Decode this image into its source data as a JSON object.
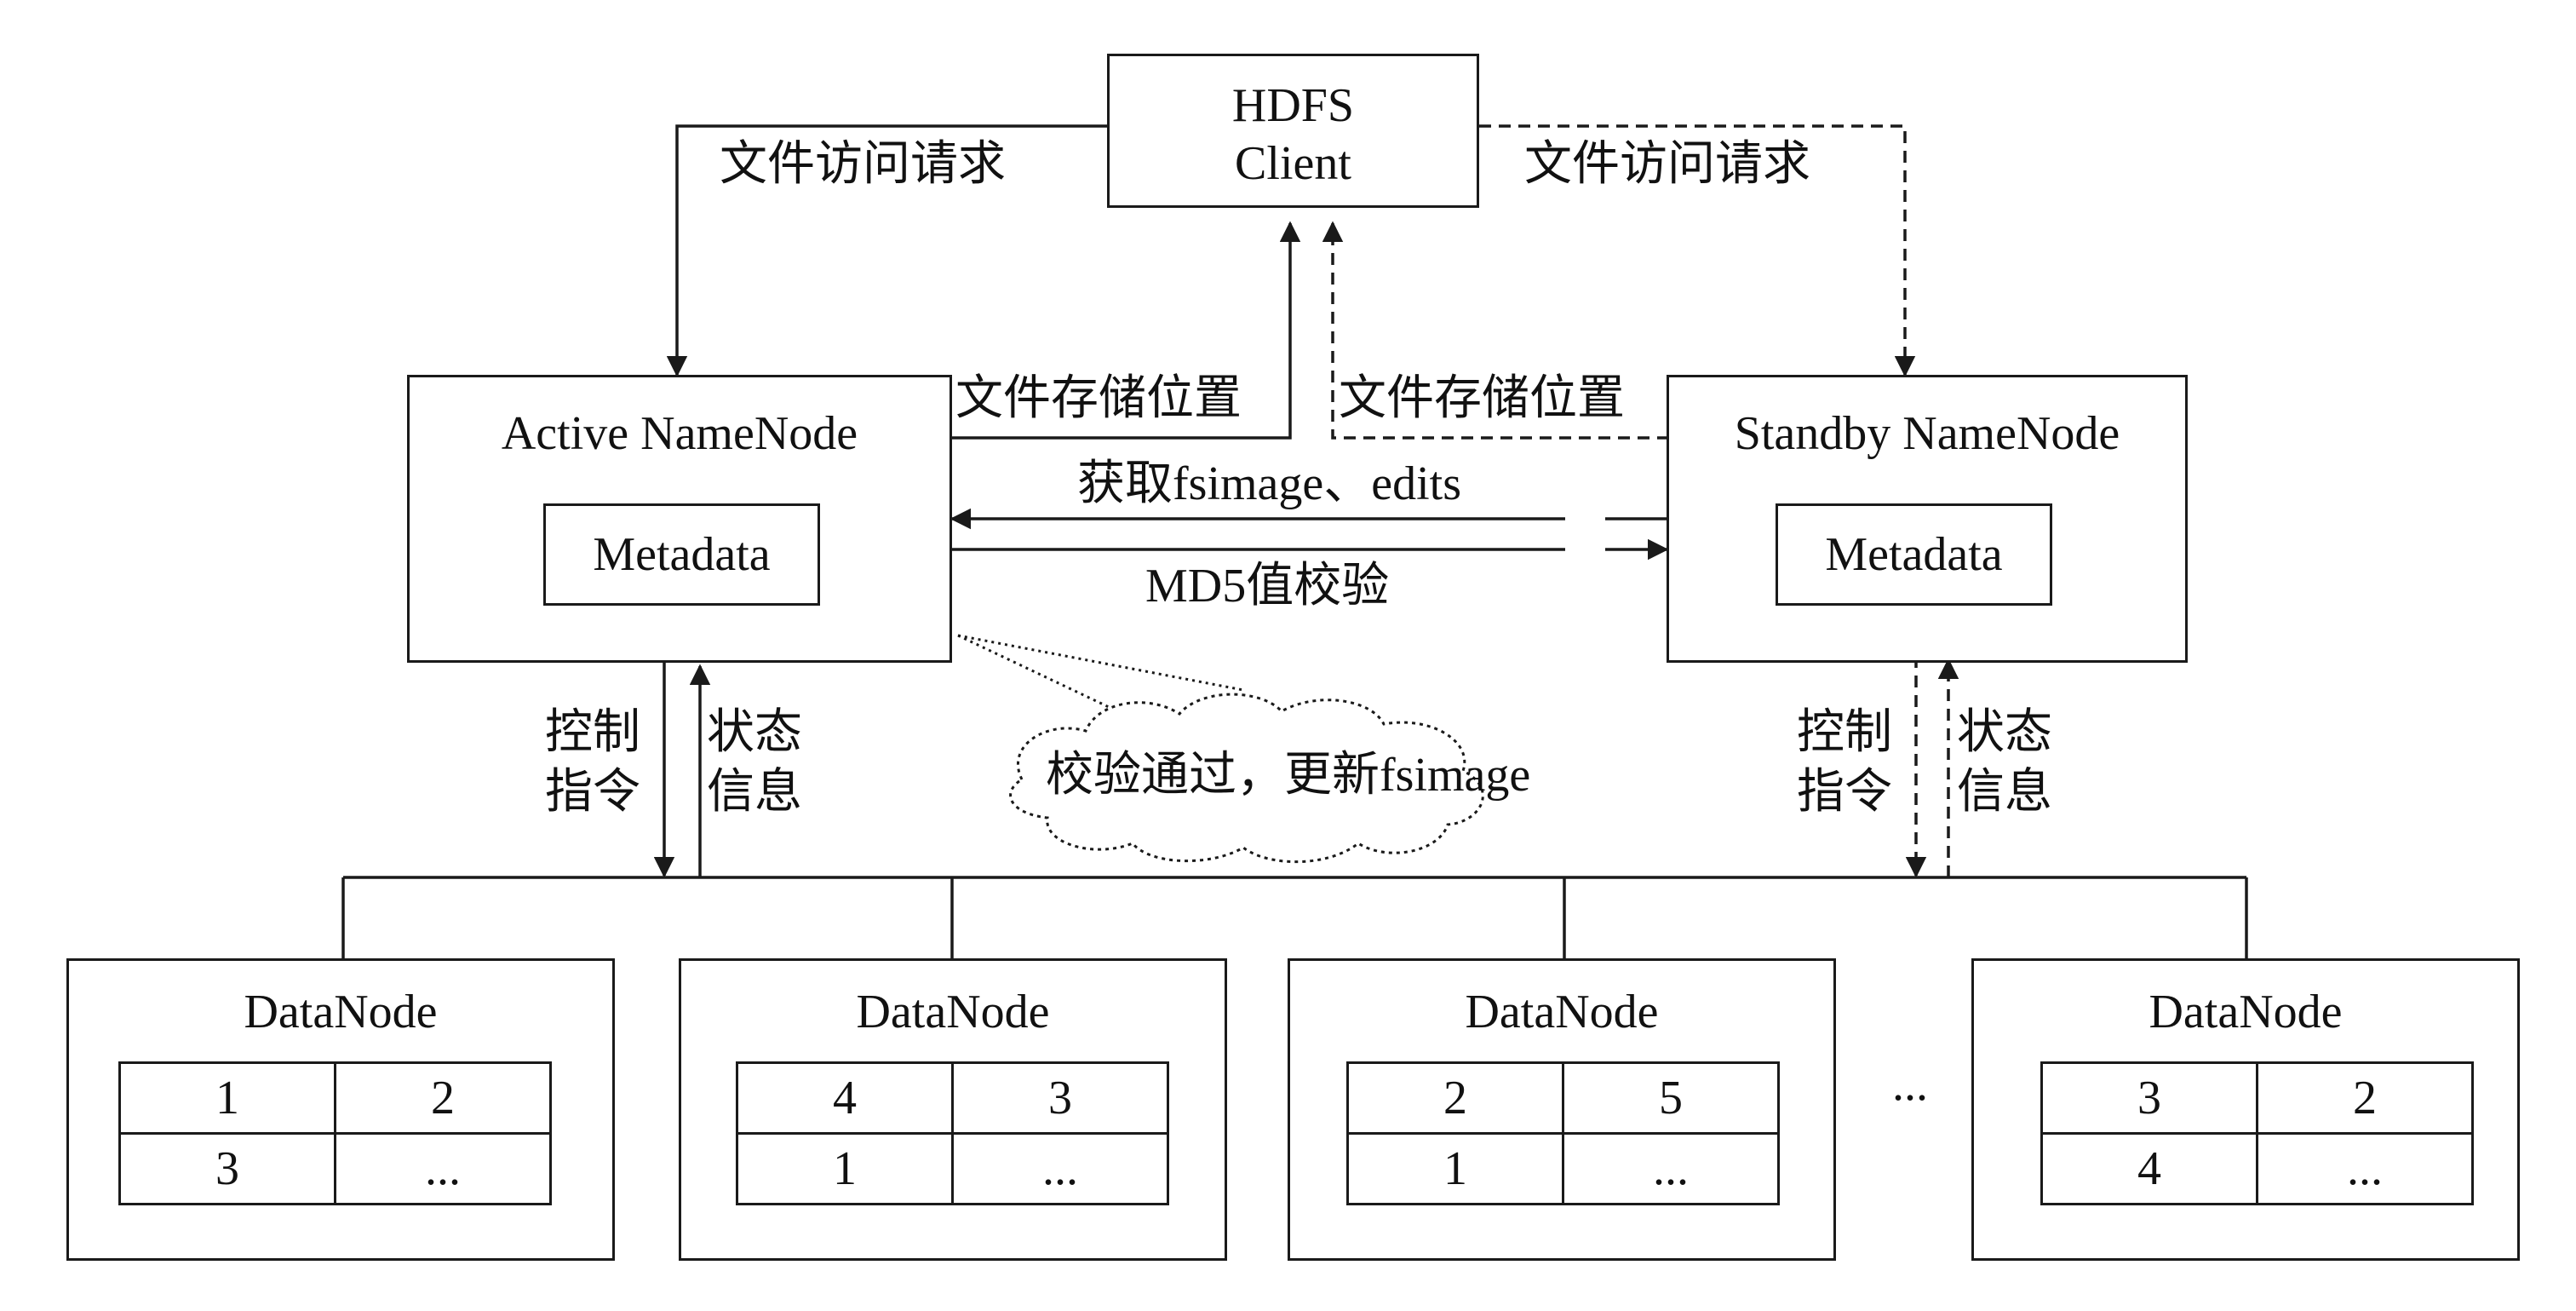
{
  "client": {
    "line1": "HDFS",
    "line2": "Client"
  },
  "active_nn": {
    "title": "Active NameNode",
    "metadata": "Metadata"
  },
  "standby_nn": {
    "title": "Standby NameNode",
    "metadata": "Metadata"
  },
  "edges": {
    "file_access_left": "文件访问请求",
    "file_access_right": "文件访问请求",
    "storage_loc_left": "文件存储位置",
    "storage_loc_right": "文件存储位置",
    "get_fsimage": "获取fsimage、edits",
    "md5_check": "MD5值校验",
    "control_left_1": "控制",
    "control_left_2": "指令",
    "status_left_1": "状态",
    "status_left_2": "信息",
    "control_right_1": "控制",
    "control_right_2": "指令",
    "status_right_1": "状态",
    "status_right_2": "信息"
  },
  "cloud": {
    "text": "校验通过，更新fsimage"
  },
  "datanodes": [
    {
      "title": "DataNode",
      "blocks": [
        [
          "1",
          "2"
        ],
        [
          "3",
          "..."
        ]
      ]
    },
    {
      "title": "DataNode",
      "blocks": [
        [
          "4",
          "3"
        ],
        [
          "1",
          "..."
        ]
      ]
    },
    {
      "title": "DataNode",
      "blocks": [
        [
          "2",
          "5"
        ],
        [
          "1",
          "..."
        ]
      ]
    },
    {
      "title": "DataNode",
      "blocks": [
        [
          "3",
          "2"
        ],
        [
          "4",
          "..."
        ]
      ]
    }
  ],
  "ellipsis": "..."
}
